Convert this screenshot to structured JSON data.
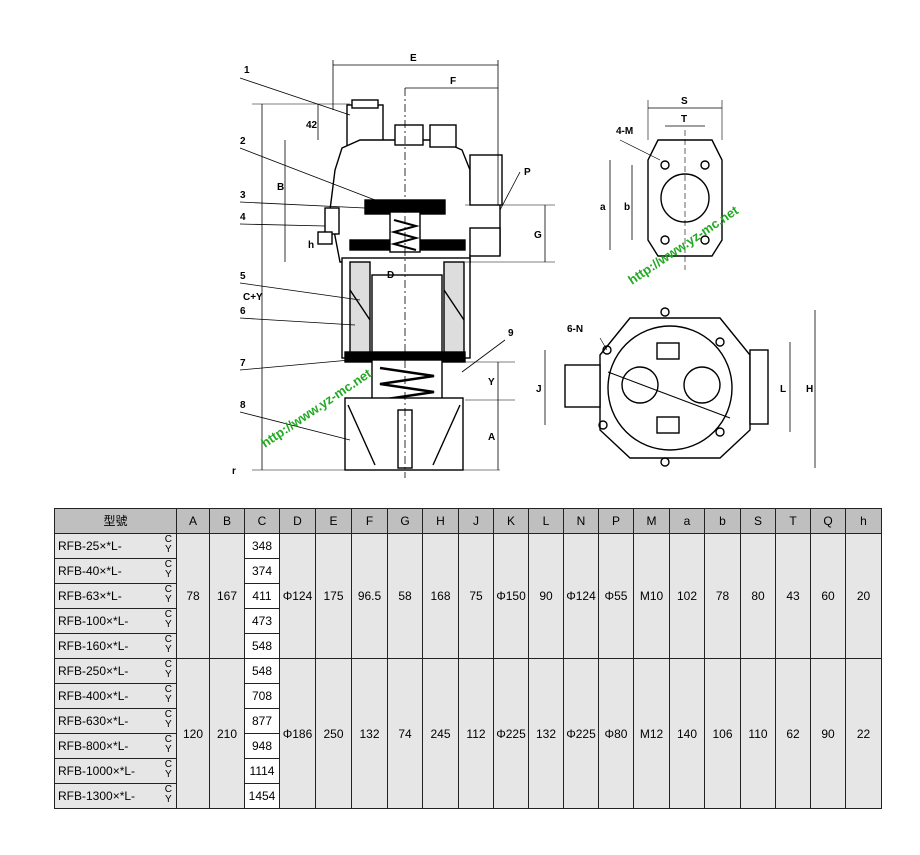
{
  "drawing": {
    "side_labels": [
      "1",
      "2",
      "3",
      "4",
      "5",
      "6",
      "7",
      "8",
      "9"
    ],
    "dim_labels": [
      "E",
      "F",
      "42",
      "B",
      "C+Y",
      "G",
      "h",
      "P",
      "D",
      "Y",
      "A",
      "r"
    ],
    "top_view_labels": [
      "S",
      "T",
      "4-M",
      "a",
      "b"
    ],
    "bottom_view_labels": [
      "6-N",
      "J",
      "L",
      "H"
    ],
    "watermark": "http://www.yz-mc.net"
  },
  "table": {
    "headers": [
      "型號",
      "A",
      "B",
      "C",
      "D",
      "E",
      "F",
      "G",
      "H",
      "J",
      "K",
      "L",
      "N",
      "P",
      "M",
      "a",
      "b",
      "S",
      "T",
      "Q",
      "h"
    ],
    "cy_top": "C",
    "cy_bottom": "Y",
    "models": [
      "RFB-25×*L-",
      "RFB-40×*L-",
      "RFB-63×*L-",
      "RFB-100×*L-",
      "RFB-160×*L-",
      "RFB-250×*L-",
      "RFB-400×*L-",
      "RFB-630×*L-",
      "RFB-800×*L-",
      "RFB-1000×*L-",
      "RFB-1300×*L-"
    ],
    "c_values": [
      "348",
      "374",
      "411",
      "473",
      "548",
      "548",
      "708",
      "877",
      "948",
      "1114",
      "1454"
    ],
    "group1": [
      "78",
      "167",
      "Φ124",
      "175",
      "96.5",
      "58",
      "168",
      "75",
      "Φ150",
      "90",
      "Φ124",
      "Φ55",
      "M10",
      "102",
      "78",
      "80",
      "43",
      "60",
      "20"
    ],
    "group2": [
      "120",
      "210",
      "Φ186",
      "250",
      "132",
      "74",
      "245",
      "112",
      "Φ225",
      "132",
      "Φ225",
      "Φ80",
      "M12",
      "140",
      "106",
      "110",
      "62",
      "90",
      "22"
    ]
  }
}
